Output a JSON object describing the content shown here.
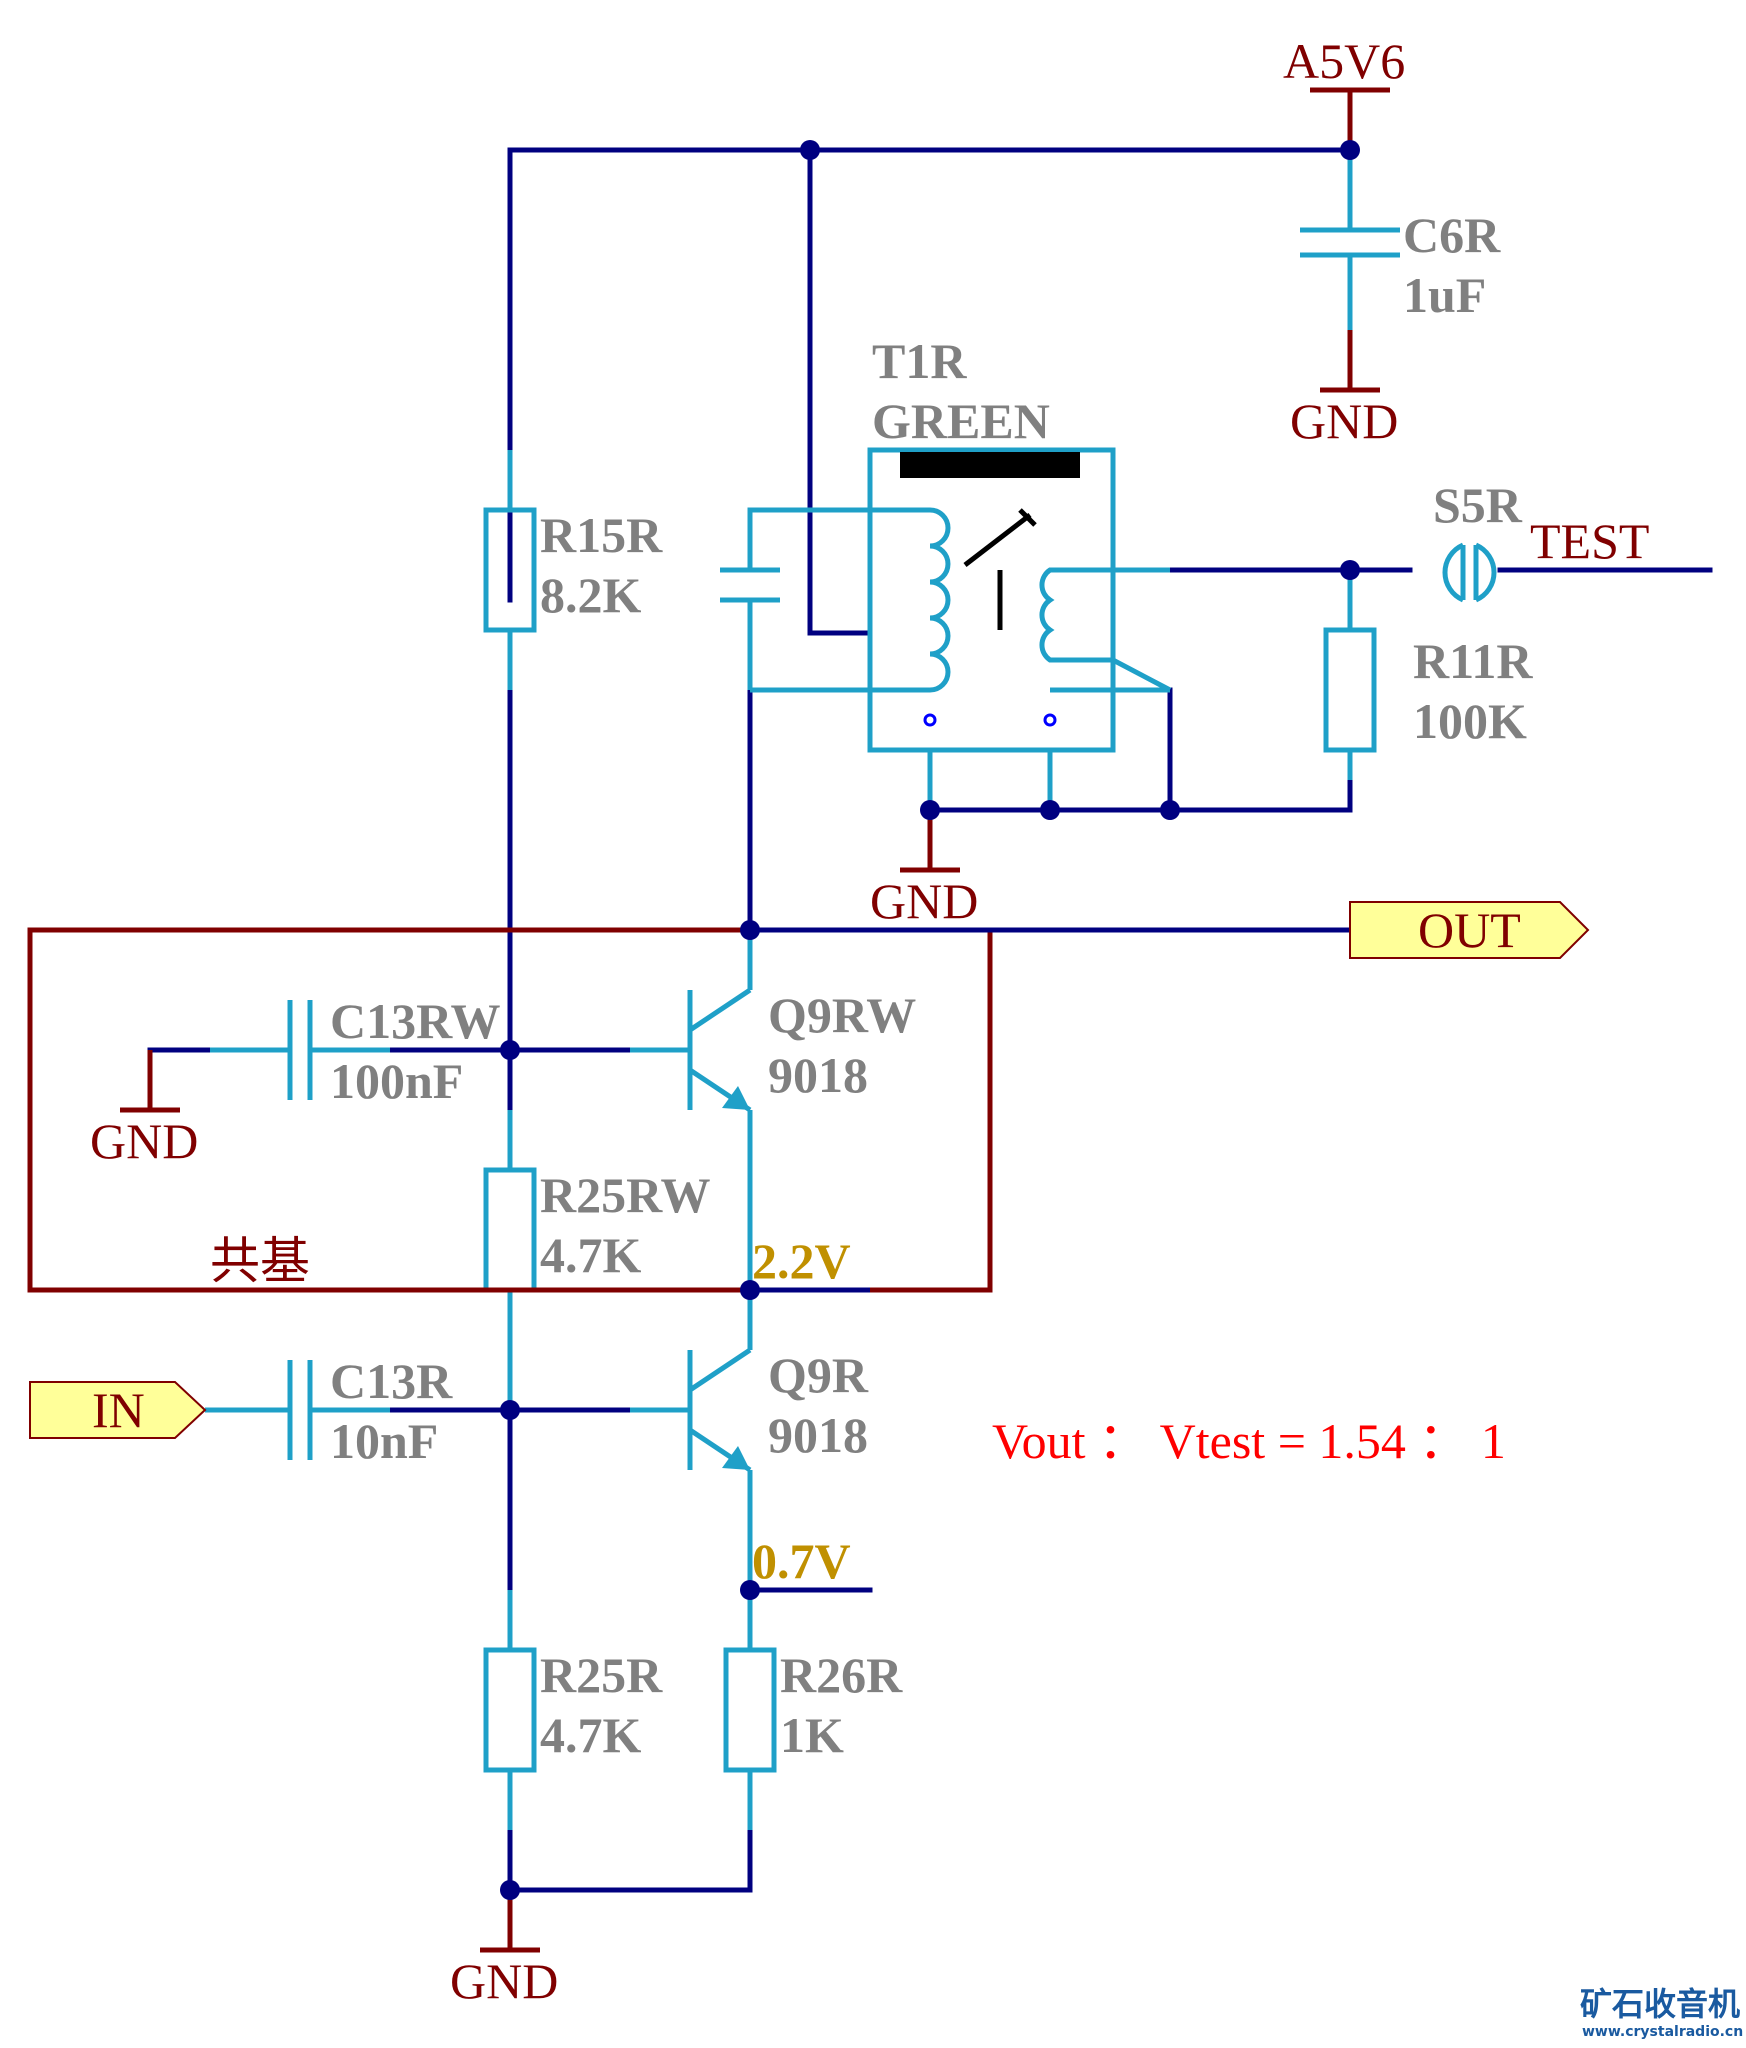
{
  "power": {
    "vcc": "A5V6",
    "gnd_c6r": "GND",
    "gnd_t1r": "GND",
    "gnd_c13rw": "GND",
    "gnd_bottom": "GND"
  },
  "components": {
    "c6r": {
      "ref": "C6R",
      "value": "1uF"
    },
    "t1r": {
      "ref": "T1R",
      "value": "GREEN"
    },
    "s5r": {
      "ref": "S5R",
      "net": "TEST"
    },
    "r11r": {
      "ref": "R11R",
      "value": "100K"
    },
    "r15r": {
      "ref": "R15R",
      "value": "8.2K"
    },
    "c13rw": {
      "ref": "C13RW",
      "value": "100nF"
    },
    "q9rw": {
      "ref": "Q9RW",
      "value": "9018"
    },
    "r25rw": {
      "ref": "R25RW",
      "value": "4.7K"
    },
    "c13r": {
      "ref": "C13R",
      "value": "10nF"
    },
    "q9r": {
      "ref": "Q9R",
      "value": "9018"
    },
    "r25r": {
      "ref": "R25R",
      "value": "4.7K"
    },
    "r26r": {
      "ref": "R26R",
      "value": "1K"
    }
  },
  "ports": {
    "out": "OUT",
    "in": "IN"
  },
  "voltages": {
    "q9rw_emitter": "2.2V",
    "q9r_emitter": "0.7V"
  },
  "annotations": {
    "group_label": "共基",
    "ratio_note": "Vout ： Vtest = 1.54 ： 1"
  },
  "watermark": {
    "title": "矿石收音机",
    "url": "www.crystalradio.cn"
  },
  "colors": {
    "wire": "#000080",
    "component": "#1fa0c8",
    "power": "#800000",
    "junction": "#000080",
    "port_fill": "#ffff99",
    "voltage": "#c09000",
    "note": "#ff0000",
    "label": "#808080"
  }
}
